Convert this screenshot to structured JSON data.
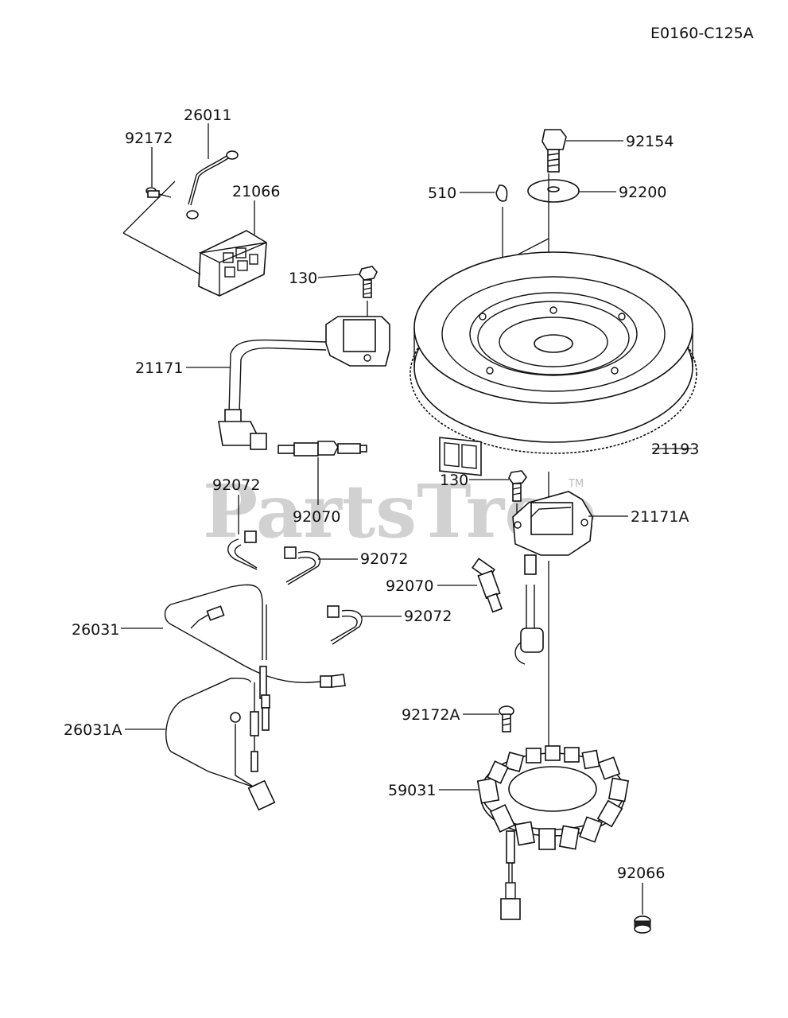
{
  "diagram_code": "E0160-C125A",
  "watermark": {
    "text": "PartsTree",
    "trademark": "TM"
  },
  "callouts": {
    "p26011": "26011",
    "p92172": "92172",
    "p21066": "21066",
    "p130a": "130",
    "p21171": "21171",
    "p92070a": "92070",
    "p92072a": "92072",
    "p92072b": "92072",
    "p92072c": "92072",
    "p26031": "26031",
    "p26031A": "26031A",
    "p92154": "92154",
    "p510": "510",
    "p92200": "92200",
    "p21193": "21193",
    "p130b": "130",
    "p21171A": "21171A",
    "p92070b": "92070",
    "p92172A": "92172A",
    "p59031": "59031",
    "p92066": "92066"
  }
}
